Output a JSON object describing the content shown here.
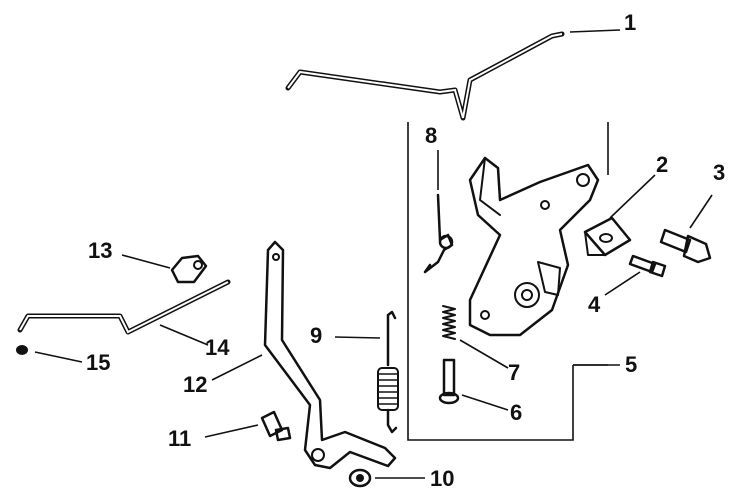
{
  "callouts": [
    {
      "id": "1",
      "label": "1"
    },
    {
      "id": "2",
      "label": "2"
    },
    {
      "id": "3",
      "label": "3"
    },
    {
      "id": "4",
      "label": "4"
    },
    {
      "id": "5",
      "label": "5"
    },
    {
      "id": "6",
      "label": "6"
    },
    {
      "id": "7",
      "label": "7"
    },
    {
      "id": "8",
      "label": "8"
    },
    {
      "id": "9",
      "label": "9"
    },
    {
      "id": "10",
      "label": "10"
    },
    {
      "id": "11",
      "label": "11"
    },
    {
      "id": "12",
      "label": "12"
    },
    {
      "id": "13",
      "label": "13"
    },
    {
      "id": "14",
      "label": "14"
    },
    {
      "id": "15",
      "label": "15"
    }
  ],
  "colors": {
    "ink": "#111111",
    "paper": "#ffffff"
  }
}
